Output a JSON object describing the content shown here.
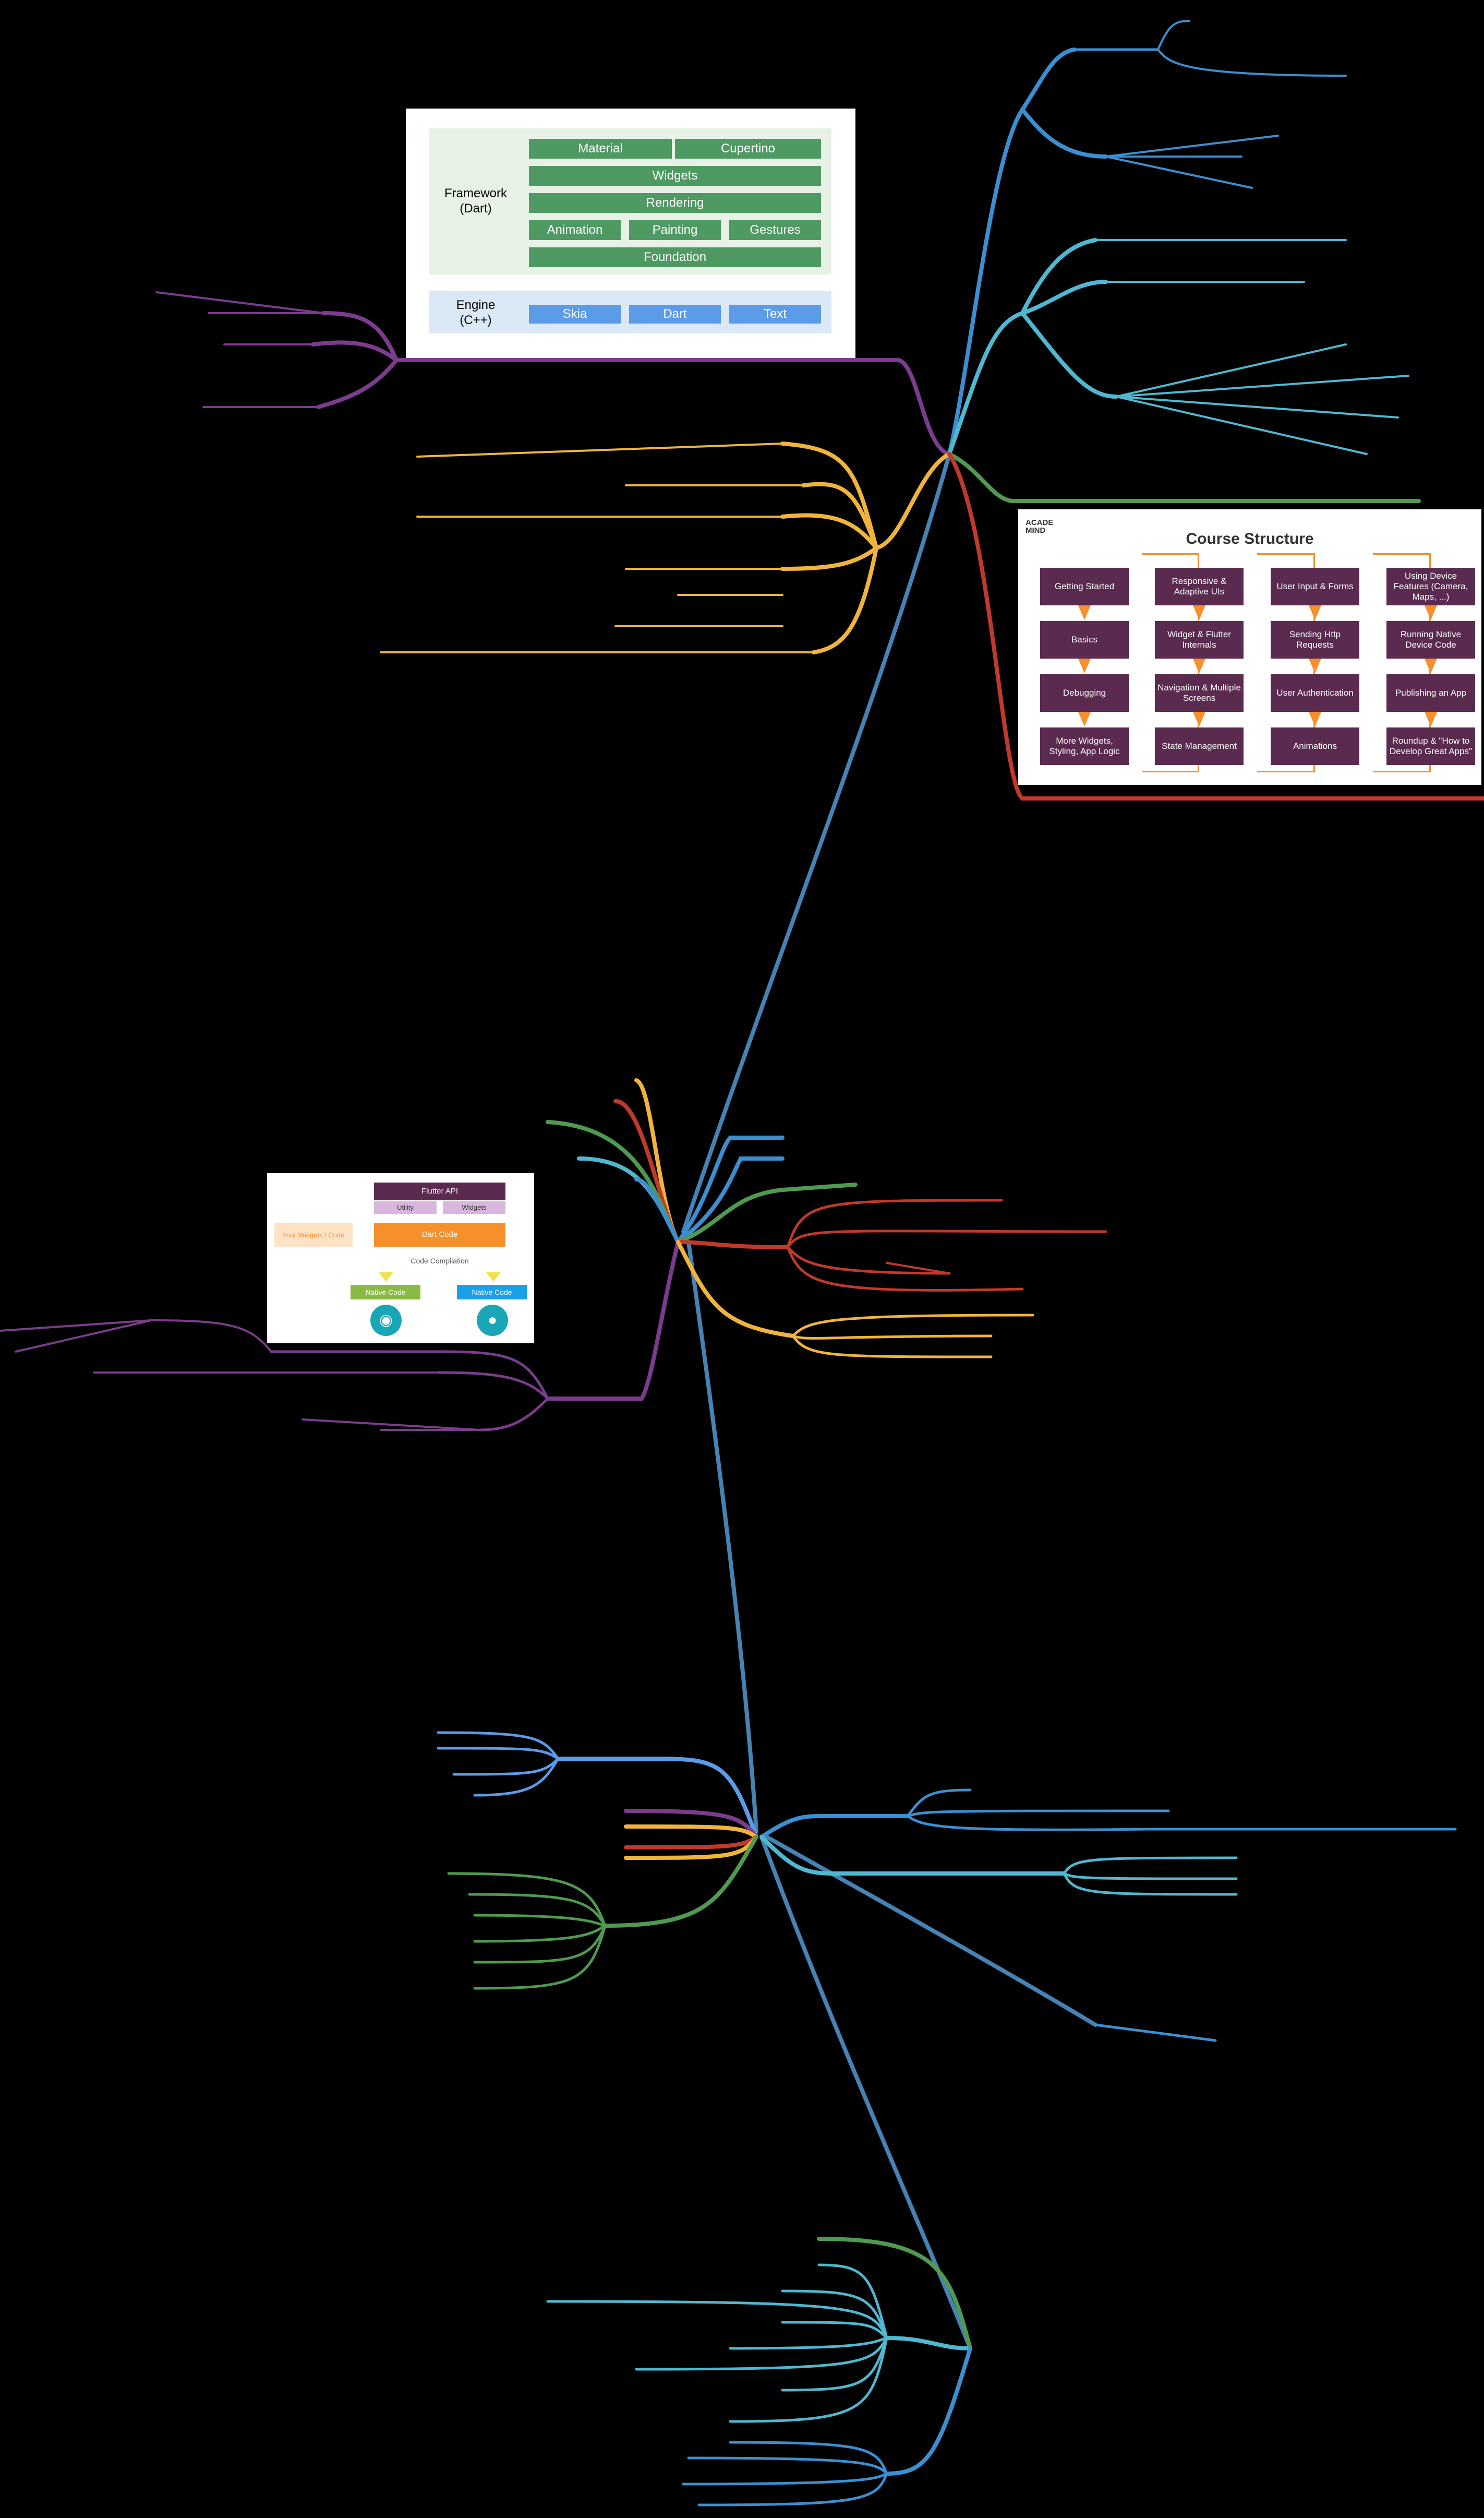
{
  "architecture": {
    "framework_label": "Framework\n(Dart)",
    "engine_label": "Engine\n(C++)",
    "material": "Material",
    "cupertino": "Cupertino",
    "widgets": "Widgets",
    "rendering": "Rendering",
    "animation": "Animation",
    "painting": "Painting",
    "gestures": "Gestures",
    "foundation": "Foundation",
    "skia": "Skia",
    "dart": "Dart",
    "text": "Text"
  },
  "course": {
    "logo": "ACADE\nMIND",
    "title": "Course Structure",
    "columns": [
      [
        "Getting Started",
        "Basics",
        "Debugging",
        "More Widgets, Styling, App Logic"
      ],
      [
        "Responsive & Adaptive UIs",
        "Widget & Flutter Internals",
        "Navigation & Multiple Screens",
        "State Management"
      ],
      [
        "User Input & Forms",
        "Sending Http Requests",
        "User Authentication",
        "Animations"
      ],
      [
        "Using Device Features (Camera, Maps, ...)",
        "Running Native Device Code",
        "Publishing an App",
        "Roundup & \"How to Develop Great Apps\""
      ]
    ],
    "accent": "#f6902b",
    "box_color": "#5a2a4f"
  },
  "compile": {
    "api": "Flutter API",
    "utility": "Utility",
    "widgets": "Widgets",
    "your_widgets": "Your Widgets / Code",
    "dart_code": "Dart Code",
    "code_compilation": "Code Compilation",
    "native_code_a": "Native Code",
    "native_code_b": "Native Code",
    "android_icon": "android-icon",
    "apple_icon": "apple-icon"
  },
  "colors": {
    "purple": "#7b3c8c",
    "orange": "#f0b43c",
    "blue": "#3b8fd0",
    "teal": "#4fb8d0",
    "red": "#c0392b",
    "green": "#4f9a50",
    "steel": "#4682b4"
  }
}
